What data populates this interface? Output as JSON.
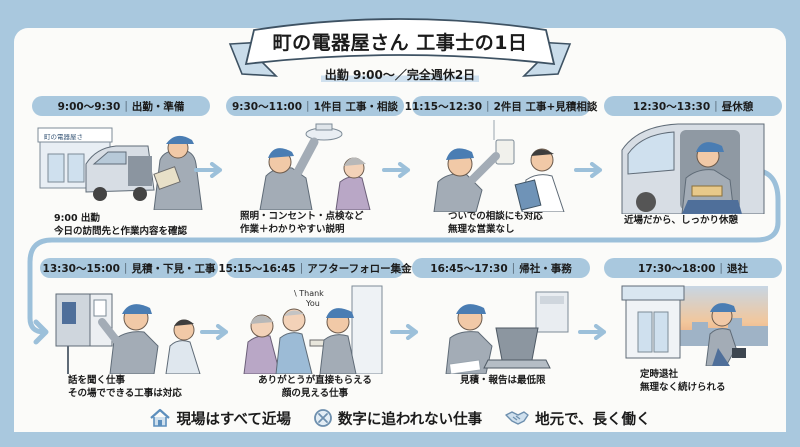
{
  "header": {
    "title": "町の電器屋さん 工事士の1日",
    "subtitle": "出勤 9:00〜／完全週休2日"
  },
  "steps": [
    {
      "time": "9:00〜9:30",
      "label": "出勤・準備",
      "caption_lines": [
        "9:00 出勤",
        "今日の訪問先と作業内容を確認"
      ],
      "illustration": "van-and-shop-worker-with-clipboard",
      "shop_sign": "町の電器屋さ"
    },
    {
      "time": "9:30〜11:00",
      "label": "1件目 工事・相談",
      "caption_lines": [
        "照明・コンセント・点検など",
        "作業＋わかりやすい説明"
      ],
      "illustration": "worker-installing-ceiling-light"
    },
    {
      "time": "11:15〜12:30",
      "label": "2件目 工事+見積相談",
      "caption_lines": [
        "ついでの相談にも対応",
        "無理な営業なし"
      ],
      "illustration": "worker-checking-outlet-with-customer"
    },
    {
      "time": "12:30〜13:30",
      "label": "昼休憩",
      "caption_lines": [
        "近場だから、しっかり休憩"
      ],
      "illustration": "worker-eating-lunch-in-van"
    },
    {
      "time": "13:30〜15:00",
      "label": "見積・下見・工事",
      "caption_lines": [
        "話を聞く仕事",
        "その場でできる工事は対応"
      ],
      "illustration": "worker-explaining-breaker-panel"
    },
    {
      "time": "15:15〜16:45",
      "label": "アフターフォロー集金",
      "caption_lines": [
        "ありがとうが直接もらえる",
        "顔の見える仕事"
      ],
      "illustration": "elderly-couple-thanking-worker",
      "speech": "Thank You"
    },
    {
      "time": "16:45〜17:30",
      "label": "帰社・事務",
      "caption_lines": [
        "見積・報告は最低限"
      ],
      "illustration": "worker-at-laptop"
    },
    {
      "time": "17:30〜18:00",
      "label": "退社",
      "caption_lines": [
        "定時退社",
        "無理なく続けられる"
      ],
      "illustration": "worker-leaving-shop-at-sunset"
    }
  ],
  "features": [
    {
      "icon": "house-icon",
      "label": "現場はすべて近場"
    },
    {
      "icon": "no-sign-icon",
      "label": "数字に追われない仕事"
    },
    {
      "icon": "handshake-icon",
      "label": "地元で、長く働く"
    }
  ],
  "colors": {
    "background": "#a9c8de",
    "panel": "#fbfbf9",
    "pill": "#a9c8de",
    "text": "#1b1b1b",
    "uniform": "#8d98a6",
    "cap": "#4a7db3"
  }
}
